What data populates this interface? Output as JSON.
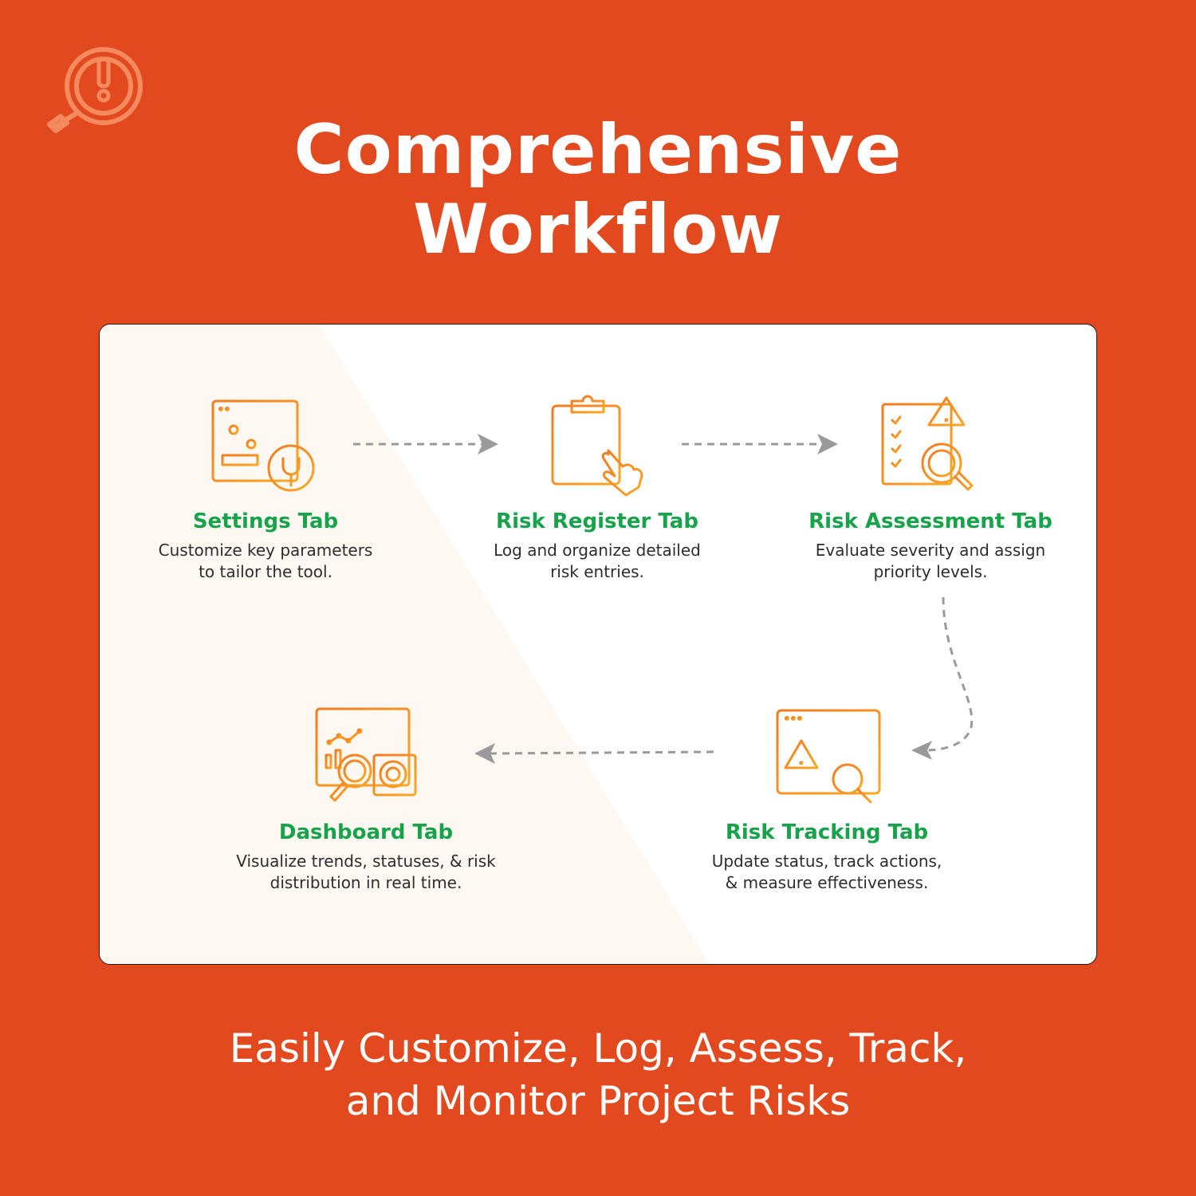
{
  "header": {
    "title_line1": "Comprehensive",
    "title_line2": "Workflow"
  },
  "colors": {
    "background": "#E3491F",
    "card": "#ffffff",
    "card_tint": "#FDF8F2",
    "step_title": "#16A34A",
    "icon_gradient_start": "#F47A1F",
    "icon_gradient_end": "#F9A825",
    "arrow": "#9a9a9a"
  },
  "steps": [
    {
      "icon": "settings-window-wrench-icon",
      "title": "Settings Tab",
      "description": "Customize key parameters\nto tailor the tool."
    },
    {
      "icon": "clipboard-hand-icon",
      "title": "Risk Register Tab",
      "description": "Log and organize detailed\nrisk entries."
    },
    {
      "icon": "checklist-warning-magnifier-icon",
      "title": "Risk Assessment Tab",
      "description": "Evaluate severity and assign\npriority levels."
    },
    {
      "icon": "window-warning-magnifier-icon",
      "title": "Risk Tracking Tab",
      "description": "Update status, track actions,\n& measure effectiveness."
    },
    {
      "icon": "dashboard-chart-magnifier-icon",
      "title": "Dashboard Tab",
      "description": "Visualize trends, statuses, & risk\ndistribution in real time."
    }
  ],
  "tagline": {
    "line1": "Easily Customize, Log, Assess, Track,",
    "line2": "and Monitor Project Risks"
  }
}
